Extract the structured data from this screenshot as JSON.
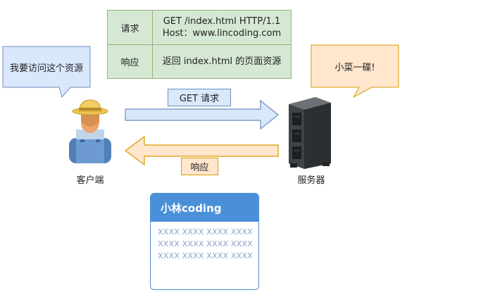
{
  "table": {
    "request_label": "请求",
    "request_line1": "GET /index.html HTTP/1.1",
    "request_line2": "Host：www.lincoding.com",
    "response_label": "响应",
    "response_value": "返回 index.html 的页面资源"
  },
  "client": {
    "bubble": "我要访问这个资源",
    "caption": "客户端",
    "icon": "farmer-person-icon"
  },
  "server": {
    "bubble": "小菜一碟!",
    "caption": "服务器",
    "icon": "server-rack-icon"
  },
  "arrows": {
    "request_label": "GET 请求",
    "response_label": "响应"
  },
  "card": {
    "title": "小林coding",
    "lines": [
      "XXXX XXXX XXXX XXXX",
      "XXXX XXXX XXXX XXXX",
      "XXXX XXXX XXXX XXXX"
    ]
  },
  "colors": {
    "table_fill": "#d5e8d4",
    "blue_fill": "#dae8fc",
    "orange_fill": "#ffe6cc",
    "card_blue": "#4a90d9"
  }
}
